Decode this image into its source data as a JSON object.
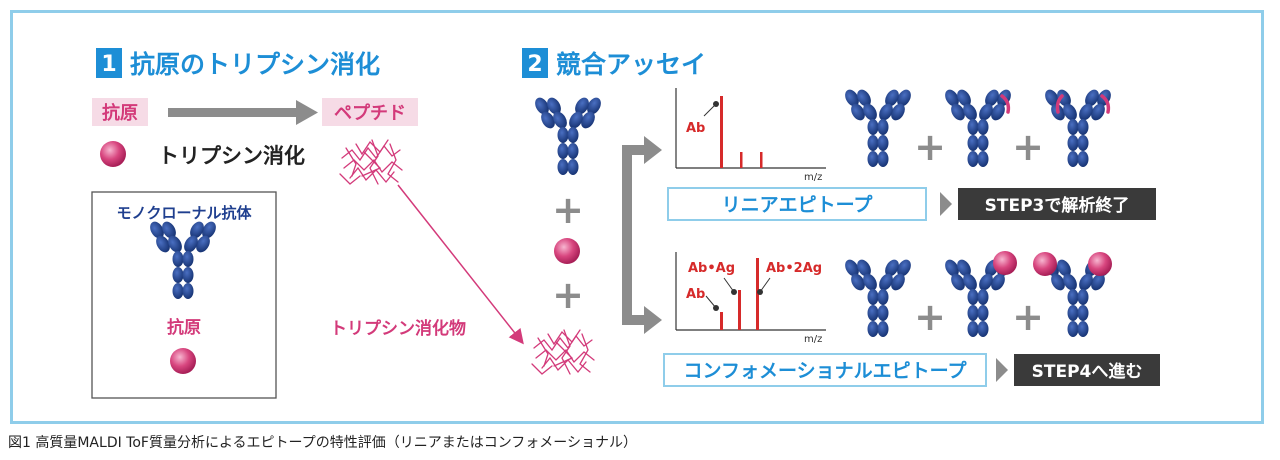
{
  "section1": {
    "number": "1",
    "title": "抗原のトリプシン消化"
  },
  "section2": {
    "number": "2",
    "title": "競合アッセイ"
  },
  "antigen_label": "抗原",
  "peptide_label": "ペプチド",
  "trypsin_label": "トリプシン消化",
  "legend": {
    "antibody": "モノクローナル抗体",
    "antigen": "抗原"
  },
  "digest_product_label": "トリプシン消化物",
  "plus": "+",
  "top_chart": {
    "peak_label": "Ab",
    "x_label": "m/z"
  },
  "bottom_chart": {
    "peak_label_ab": "Ab",
    "peak_label_abag": "Ab•Ag",
    "peak_label_ab2ag": "Ab•2Ag",
    "x_label": "m/z"
  },
  "linear_epitope": "リニアエピトープ",
  "step3": "STEP3で解析終了",
  "conformational_epitope": "コンフォメーショナルエピトープ",
  "step4": "STEP4へ進む",
  "caption": "図1 高質量MALDI ToF質量分析によるエピトープの特性評価（リニアまたはコンフォメーショナル）",
  "colors": {
    "navy": "#1f3f8f",
    "blue": "#1d8ed6",
    "pink": "#d33a7a",
    "pinkbg": "#f6dbe6",
    "red": "#d62a2a",
    "gray": "#8c8c8c",
    "dark": "#3a3a3a",
    "frame": "#8fcdea"
  }
}
